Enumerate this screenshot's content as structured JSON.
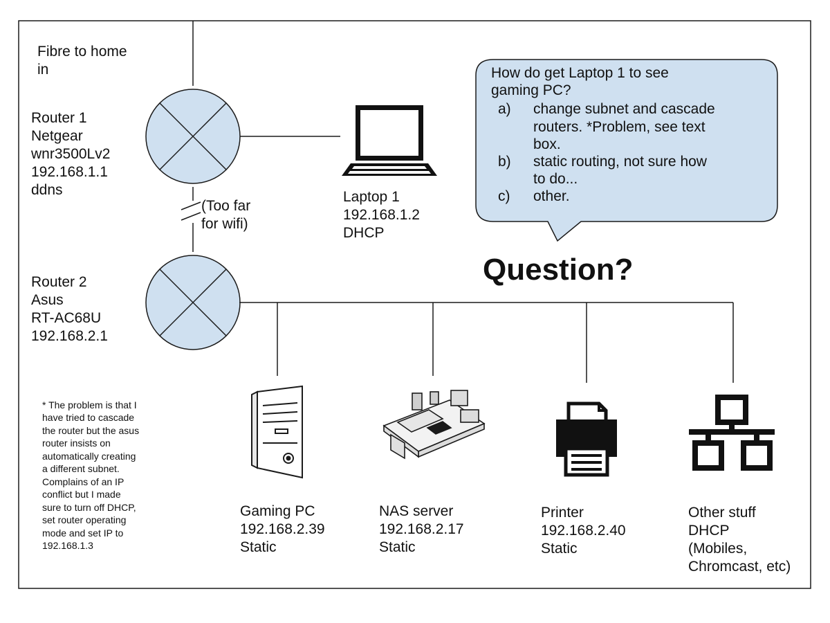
{
  "labels": {
    "fibre": "Fibre to home\nin",
    "router1": "Router 1\nNetgear\nwnr3500Lv2\n192.168.1.1\nddns",
    "too_far": "(Too far\n for wifi)",
    "laptop": "Laptop 1\n192.168.1.2\nDHCP",
    "router2": "Router 2\nAsus\nRT-AC68U\n192.168.2.1",
    "question": "Question?",
    "note": "* The problem is that I\nhave tried to cascade\nthe router but the asus\nrouter insists on\nautomatically creating\na different subnet.\nComplains of an IP\nconflict but I made\nsure to turn off DHCP,\nset router operating\nmode and set IP to\n192.168.1.3",
    "gaming_pc": "Gaming PC\n192.168.2.39\nStatic",
    "nas": "NAS server\n192.168.2.17\nStatic",
    "printer": "Printer\n192.168.2.40\nStatic",
    "other": "Other stuff\nDHCP\n(Mobiles,\nChromcast, etc)"
  },
  "bubble": {
    "question": "How do get Laptop 1 to see\ngaming PC?",
    "options": [
      {
        "letter": "a)",
        "text": "change subnet and cascade\nrouters. *Problem, see text\nbox."
      },
      {
        "letter": "b)",
        "text": "static routing, not sure how\nto do..."
      },
      {
        "letter": "c)",
        "text": "other."
      }
    ]
  },
  "colors": {
    "router_fill": "#cfe0f0",
    "bubble_fill": "#cfe0f0",
    "line": "#1a1a1a"
  },
  "icons": {
    "router": "router-icon",
    "laptop": "laptop-icon",
    "tower": "desktop-tower-icon",
    "board": "raspberry-pi-board-icon",
    "printer": "printer-icon",
    "network": "network-hierarchy-icon"
  }
}
